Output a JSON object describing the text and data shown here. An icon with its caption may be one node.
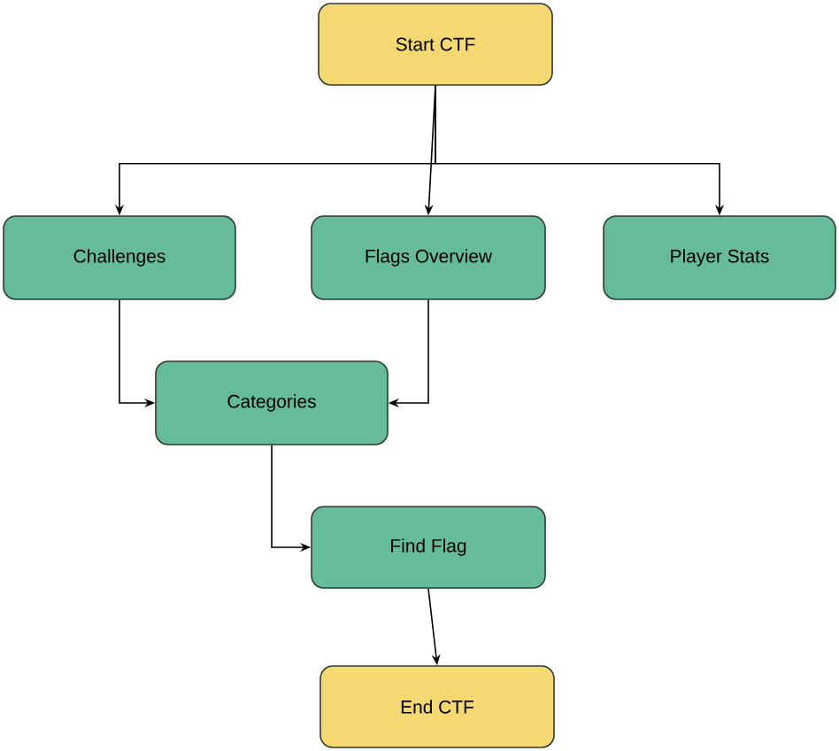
{
  "diagram": {
    "nodes": [
      {
        "text": [
          "Start CTF"
        ]
      },
      {
        "text": [
          "Challenges"
        ]
      },
      {
        "text": [
          "Flags Overview"
        ]
      },
      {
        "text": [
          "Player Stats"
        ]
      },
      {
        "text": [
          "Categories"
        ]
      },
      {
        "text": [
          "Find Flag"
        ]
      },
      {
        "text": [
          "End CTF"
        ]
      }
    ],
    "edges": [
      {
        "from": 0,
        "to": 1,
        "arrow": "to"
      },
      {
        "from": 0,
        "to": 2,
        "arrow": "to"
      },
      {
        "from": 0,
        "to": 3,
        "arrow": "to"
      },
      {
        "from": 1,
        "to": 4,
        "arrow": "to"
      },
      {
        "from": 2,
        "to": 4,
        "arrow": "to"
      },
      {
        "from": 4,
        "to": 5,
        "arrow": "to"
      },
      {
        "from": 5,
        "to": 6,
        "arrow": "to"
      }
    ]
  }
}
